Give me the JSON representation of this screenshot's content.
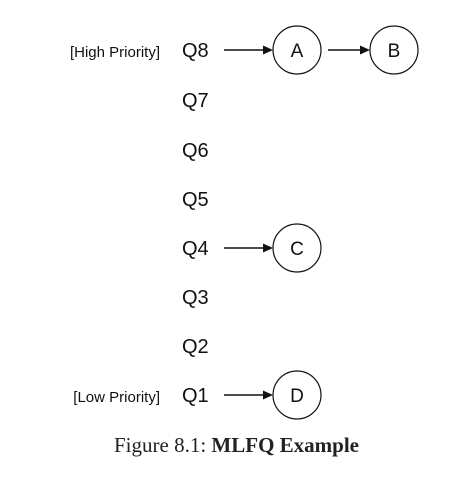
{
  "priority_labels": {
    "high": "[High Priority]",
    "low": "[Low Priority]"
  },
  "queues": [
    {
      "label": "Q8",
      "jobs": [
        "A",
        "B"
      ]
    },
    {
      "label": "Q7",
      "jobs": []
    },
    {
      "label": "Q6",
      "jobs": []
    },
    {
      "label": "Q5",
      "jobs": []
    },
    {
      "label": "Q4",
      "jobs": [
        "C"
      ]
    },
    {
      "label": "Q3",
      "jobs": []
    },
    {
      "label": "Q2",
      "jobs": []
    },
    {
      "label": "Q1",
      "jobs": [
        "D"
      ]
    }
  ],
  "caption": {
    "prefix": "Figure 8.1: ",
    "title": "MLFQ Example"
  }
}
